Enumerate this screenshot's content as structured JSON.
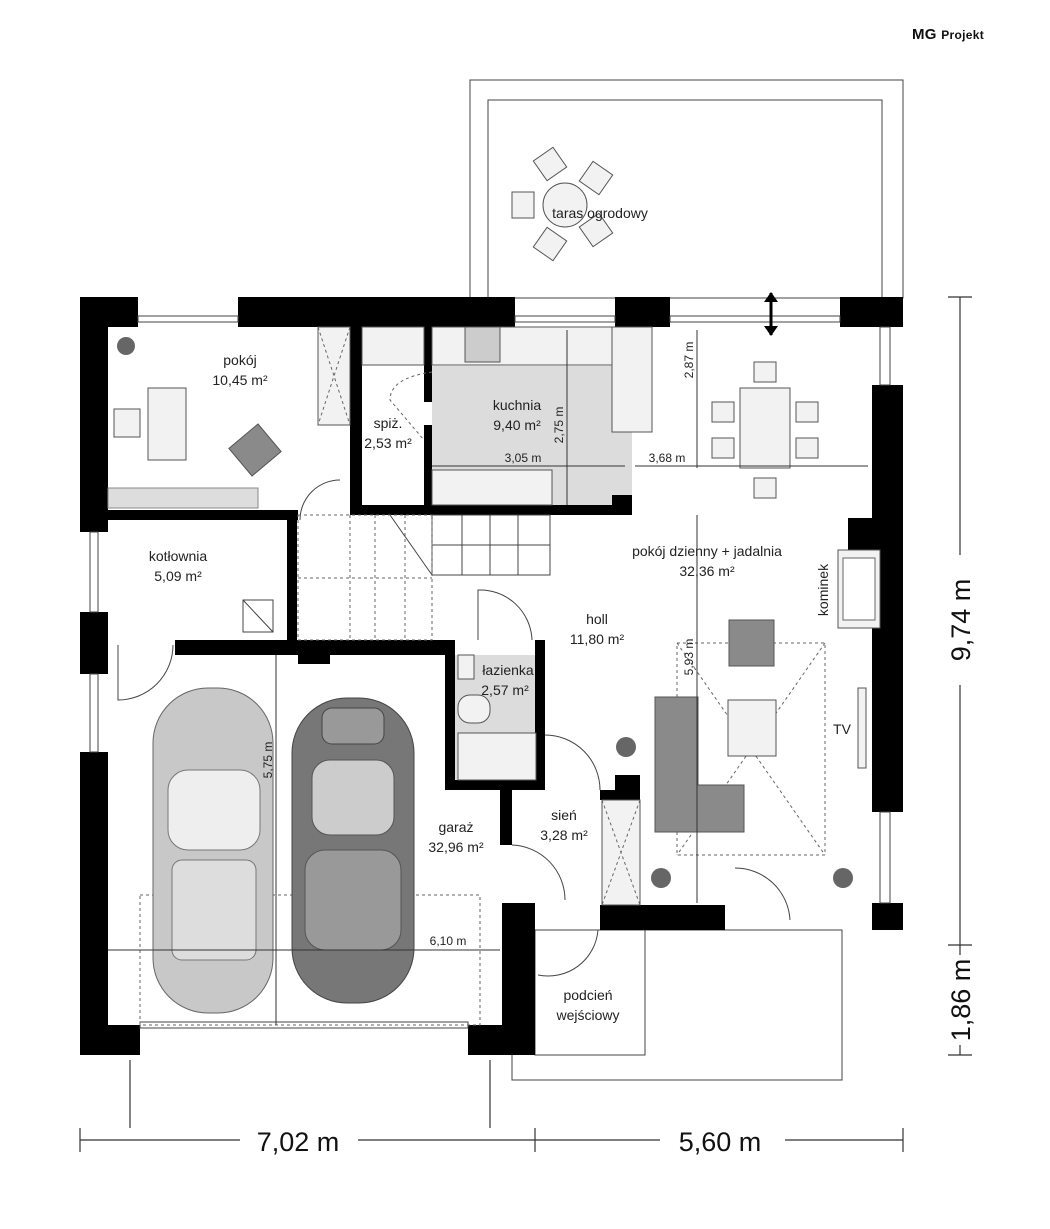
{
  "brand": {
    "main": "MG",
    "sub": "Projekt"
  },
  "rooms": {
    "terrace": {
      "name": "taras ogrodowy"
    },
    "room": {
      "name": "pokój",
      "area": "10,45 m²"
    },
    "pantry": {
      "name": "spiż.",
      "area": "2,53 m²"
    },
    "kitchen": {
      "name": "kuchnia",
      "area": "9,40 m²"
    },
    "boiler": {
      "name": "kotłownia",
      "area": "5,09 m²"
    },
    "living": {
      "name": "pokój dzienny + jadalnia",
      "area": "32,36 m²"
    },
    "hall": {
      "name": "holl",
      "area": "11,80 m²"
    },
    "bathroom": {
      "name": "łazienka",
      "area": "2,57 m²"
    },
    "vestibule": {
      "name": "sień",
      "area": "3,28 m²"
    },
    "garage": {
      "name": "garaż",
      "area": "32,96 m²"
    },
    "porch": {
      "name": "podcień",
      "name2": "wejściowy"
    }
  },
  "fixtures": {
    "fireplace": "kominek",
    "tv": "TV"
  },
  "inner_dimensions": {
    "kitchen_width": "3,05 m",
    "kitchen_depth": "2,75 m",
    "living_width": "3,68 m",
    "dining_depth": "2,87 m",
    "living_depth": "5,93 m",
    "garage_depth": "5,75 m",
    "garage_width": "6,10 m"
  },
  "outer_dimensions": {
    "bottom_left": "7,02 m",
    "bottom_right": "5,60 m",
    "right_main": "9,74 m",
    "right_porch": "1,86 m"
  }
}
